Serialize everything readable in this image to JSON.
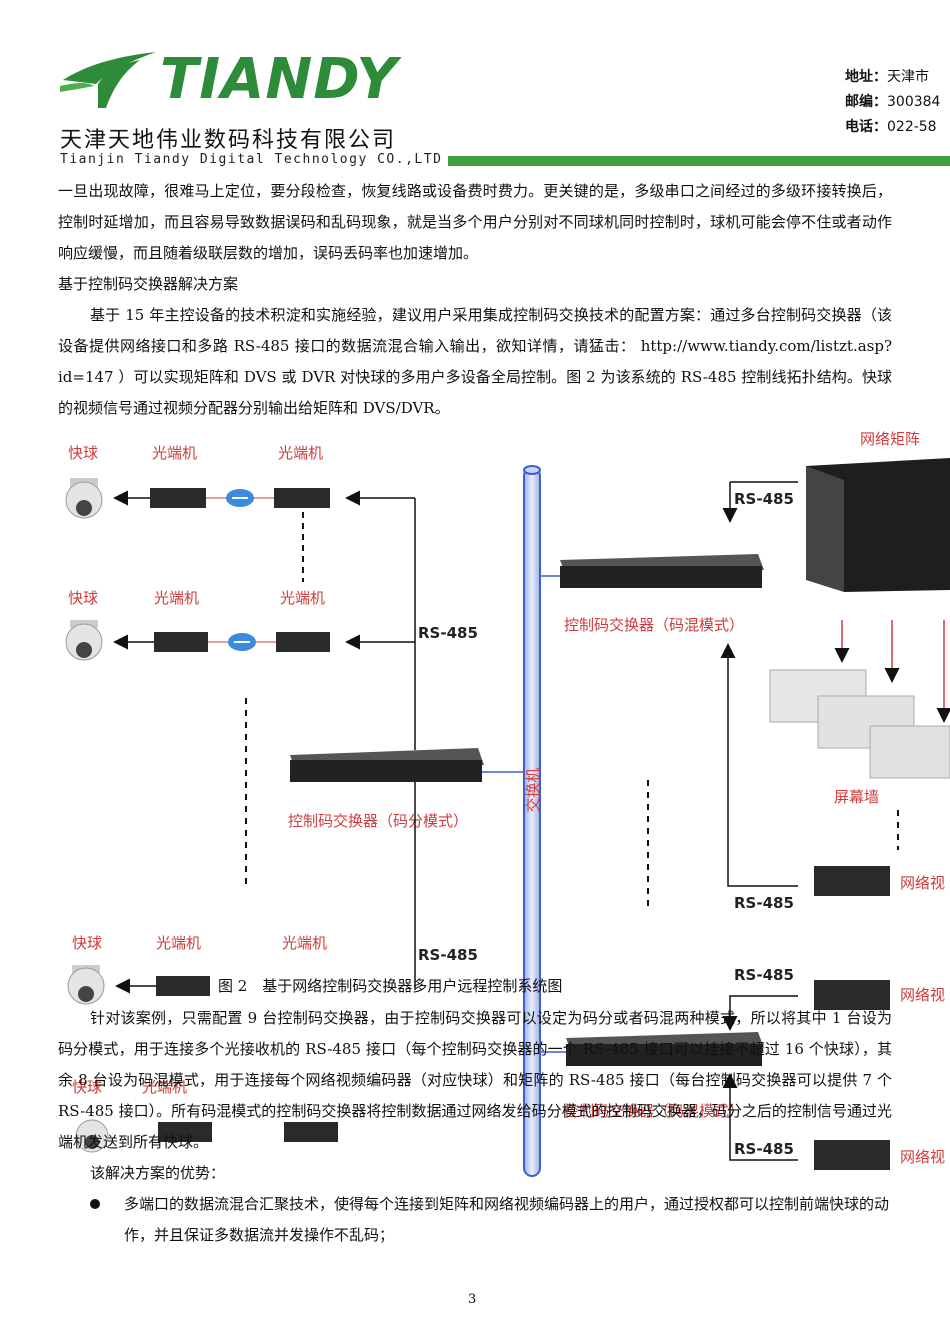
{
  "header": {
    "logo_text": "TIANDY",
    "company_cn": "天津天地伟业数码科技有限公司",
    "company_en": "Tianjin Tiandy Digital Technology CO.,LTD",
    "address_label": "地址：",
    "address_value": "天津市",
    "postcode_label": "邮编：",
    "postcode_value": "300384",
    "phone_label": "电话：",
    "phone_value": "022-58"
  },
  "body": {
    "p1": "一旦出现故障，很难马上定位，要分段检查，恢复线路或设备费时费力。更关键的是，多级串口之间经过的多级环接转换后，控制时延增加，而且容易导致数据误码和乱码现象，就是当多个用户分别对不同球机同时控制时，球机可能会停不住或者动作响应缓慢，而且随着级联层数的增加，误码丢码率也加速增加。",
    "p2": "基于控制码交换器解决方案",
    "p3a": "基于 15 年主控设备的技术积淀和实施经验，建议用户采用集成控制码交换技术的配置方案：通过多台控制码交换器（该设备提供网络接口和多路 RS-485 接口的数据流混合输入输出，欲知详情，请猛击：",
    "p3b": "http://www.tiandy.com/listzt.asp?id=147 ）可以实现矩阵和 DVS 或 DVR 对快球的多用户多设备全局控制。图 2 为该系统的 RS-485 控制线拓扑结构。快球的视频信号通过视频分配器分别输出给矩阵和 DVS/DVR。",
    "caption": "图 2　基于网络控制码交换器多用户远程控制系统图",
    "p4": "针对该案例，只需配置 9 台控制码交换器，由于控制码交换器可以设定为码分或者码混两种模式，所以将其中 1 台设为码分模式，用于连接多个光接收机的 RS-485 接口（每个控制码交换器的一个 RS-485 接口可以挂接不超过 16 个快球），其余 8 台设为码混模式，用于连接每个网络视频编码器（对应快球）和矩阵的 RS-485 接口（每台控制码交换器可以提供 7 个 RS-485 接口）。所有码混模式的控制码交换器将控制数据通过网络发给码分模式的控制码交换器，码分之后的控制信号通过光端机发送到所有快球。",
    "p5": "该解决方案的优势：",
    "bullet1": "多端口的数据流混合汇聚技术，使得每个连接到矩阵和网络视频编码器上的用户，通过授权都可以控制前端快球的动作，并且保证多数据流并发操作不乱码；",
    "page_number": "3"
  },
  "diagram": {
    "label_dome": "快球",
    "label_optical": "光端机",
    "label_rs485": "RS-485",
    "label_switch_split": "控制码交换器（码分模式）",
    "label_switch_mix": "控制码交换器（码混模式）",
    "label_switch_mix_lower": "控制码交换器（码混模式）",
    "label_network_switch": "交换机",
    "label_matrix": "网络矩阵",
    "label_video_wall": "屏幕墙",
    "label_encoder": "网络视",
    "colors": {
      "red_label": "#d23b3b",
      "pipe_blue": "#3a5fcf",
      "brand_green": "#2e8b3a"
    }
  }
}
